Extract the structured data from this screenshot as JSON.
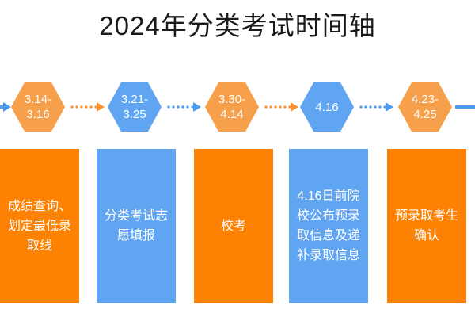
{
  "page": {
    "title": "2024年分类考试时间轴",
    "background": "#ffffff"
  },
  "colors": {
    "box_orange": "#fd8204",
    "box_blue": "#60a5f2",
    "hex_orange": "#f7a04b",
    "hex_blue": "#60a5f2",
    "arrow_orange": "#fb9031",
    "arrow_blue": "#4d9bf0",
    "title_text": "#1a1a1a",
    "node_text": "#ffffff"
  },
  "timeline": {
    "nodes": [
      {
        "date": "3.14-\n3.16",
        "date_line1": "3.14-",
        "date_line2": "3.16",
        "color": "orange",
        "description": "成绩查询、划定最低录取线"
      },
      {
        "date": "3.21-\n3.25",
        "date_line1": "3.21-",
        "date_line2": "3.25",
        "color": "blue",
        "description": "分类考试志愿填报"
      },
      {
        "date": "3.30-\n4.14",
        "date_line1": "3.30-",
        "date_line2": "4.14",
        "color": "orange",
        "description": "校考"
      },
      {
        "date": "4.16",
        "date_line1": "4.16",
        "date_line2": "",
        "color": "blue",
        "description": "4.16日前院校公布预录取信息及递补录取信息"
      },
      {
        "date": "4.23-\n4.25",
        "date_line1": "4.23-",
        "date_line2": "4.25",
        "color": "orange",
        "description": "预录取考生确认"
      }
    ],
    "connectors": [
      {
        "style": "dotted-arrow",
        "color": "orange"
      },
      {
        "style": "dotted-arrow",
        "color": "blue"
      },
      {
        "style": "dotted-arrow",
        "color": "orange"
      },
      {
        "style": "dotted-arrow",
        "color": "blue"
      }
    ],
    "edges": {
      "left_stub": "arrow-in",
      "right_stub": "line-out"
    }
  }
}
